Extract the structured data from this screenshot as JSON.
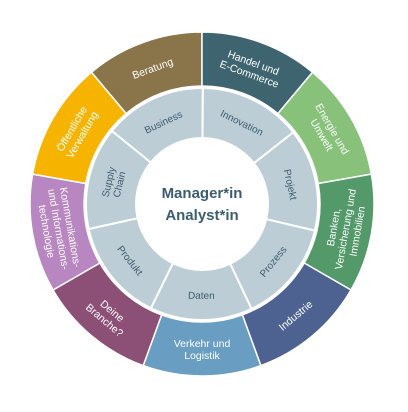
{
  "center": {
    "line1": "Manager*in",
    "line2": "Analyst*in"
  },
  "colors": {
    "inner_ring": "#bccdd6",
    "center_text": "#3d5d6e",
    "divider": "#ffffff"
  },
  "inner_ring": [
    {
      "id": "business",
      "lines": [
        "Business"
      ]
    },
    {
      "id": "innovation",
      "lines": [
        "Innovation"
      ]
    },
    {
      "id": "projekt",
      "lines": [
        "Projekt"
      ]
    },
    {
      "id": "prozess",
      "lines": [
        "Prozess"
      ]
    },
    {
      "id": "daten",
      "lines": [
        "Daten"
      ]
    },
    {
      "id": "produkt",
      "lines": [
        "Produkt"
      ]
    },
    {
      "id": "supply-chain",
      "lines": [
        "Supply",
        "Chain"
      ]
    }
  ],
  "outer_ring": [
    {
      "id": "beratung",
      "lines": [
        "Beratung"
      ],
      "color": "#8a7449"
    },
    {
      "id": "handel",
      "lines": [
        "Handel und",
        "E-Commerce"
      ],
      "color": "#3e6470"
    },
    {
      "id": "energie",
      "lines": [
        "Energie und",
        "Umwelt"
      ],
      "color": "#88c27a"
    },
    {
      "id": "banken",
      "lines": [
        "Banken,",
        "Versicherung und",
        "Immobilien"
      ],
      "color": "#53996a"
    },
    {
      "id": "industrie",
      "lines": [
        "Industrie"
      ],
      "color": "#4d6291"
    },
    {
      "id": "verkehr",
      "lines": [
        "Verkehr und",
        "Logistik"
      ],
      "color": "#699ec2"
    },
    {
      "id": "branche",
      "lines": [
        "Deine",
        "Branche?"
      ],
      "color": "#8c4f76"
    },
    {
      "id": "kommunikation",
      "lines": [
        "Kommunikations-",
        "und Informations-",
        "technologie"
      ],
      "color": "#b886c0"
    },
    {
      "id": "oeffentliche",
      "lines": [
        "Öffentliche",
        "Verwaltung"
      ],
      "color": "#f6b400"
    }
  ]
}
